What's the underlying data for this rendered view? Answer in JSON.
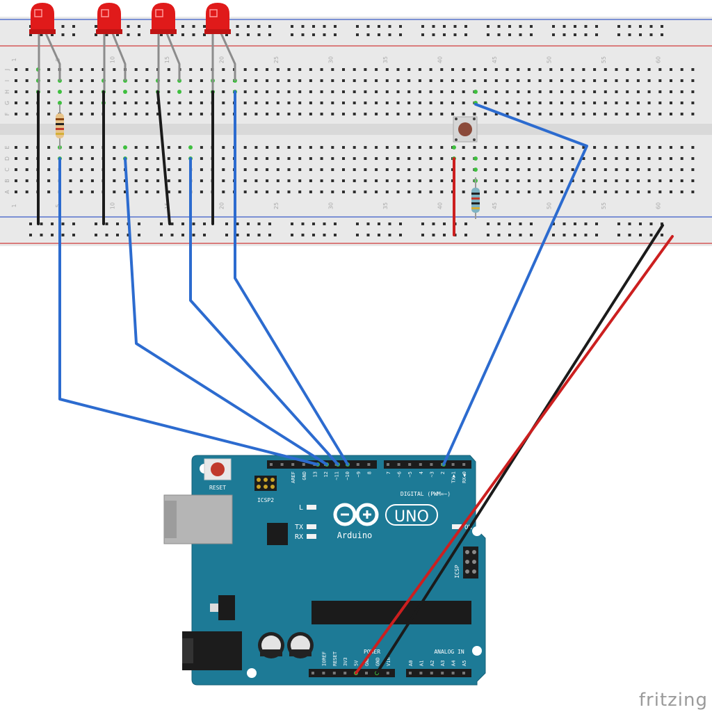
{
  "watermark": "fritzing",
  "breadboard": {
    "column_numbers": [
      "1",
      "5",
      "10",
      "15",
      "20",
      "25",
      "30",
      "35",
      "40",
      "45",
      "50",
      "55",
      "60"
    ],
    "row_letters_top": [
      "J",
      "I",
      "H",
      "G",
      "F"
    ],
    "row_letters_bottom": [
      "E",
      "D",
      "C",
      "B",
      "A"
    ]
  },
  "arduino": {
    "reset_label": "RESET",
    "icsp2_label": "ICSP2",
    "icsp_label": "ICSP",
    "led_l": "L",
    "led_tx": "TX",
    "led_rx": "RX",
    "led_on": "ON",
    "brand": "Arduino",
    "model": "UNO",
    "digital_label": "DIGITAL (PWM=~)",
    "power_label": "POWER",
    "analog_label": "ANALOG IN",
    "digital_pins": [
      "AREF",
      "GND",
      "13",
      "12",
      "~11",
      "~10",
      "~9",
      "8",
      "7",
      "~6",
      "~5",
      "4",
      "~3",
      "2",
      "TX▶1",
      "RX◀0"
    ],
    "power_pins": [
      "IOREF",
      "RESET",
      "3V3",
      "5V",
      "GND",
      "GND",
      "Vin"
    ],
    "analog_pins": [
      "A0",
      "A1",
      "A2",
      "A3",
      "A4",
      "A5"
    ]
  },
  "colors": {
    "board": "#1d7a96",
    "breadboard": "#e8e8e8",
    "wire_blue": "#2c6bcf",
    "wire_black": "#1b1b1b",
    "wire_red": "#cc1f1f",
    "led_red": "#e01a1a"
  }
}
